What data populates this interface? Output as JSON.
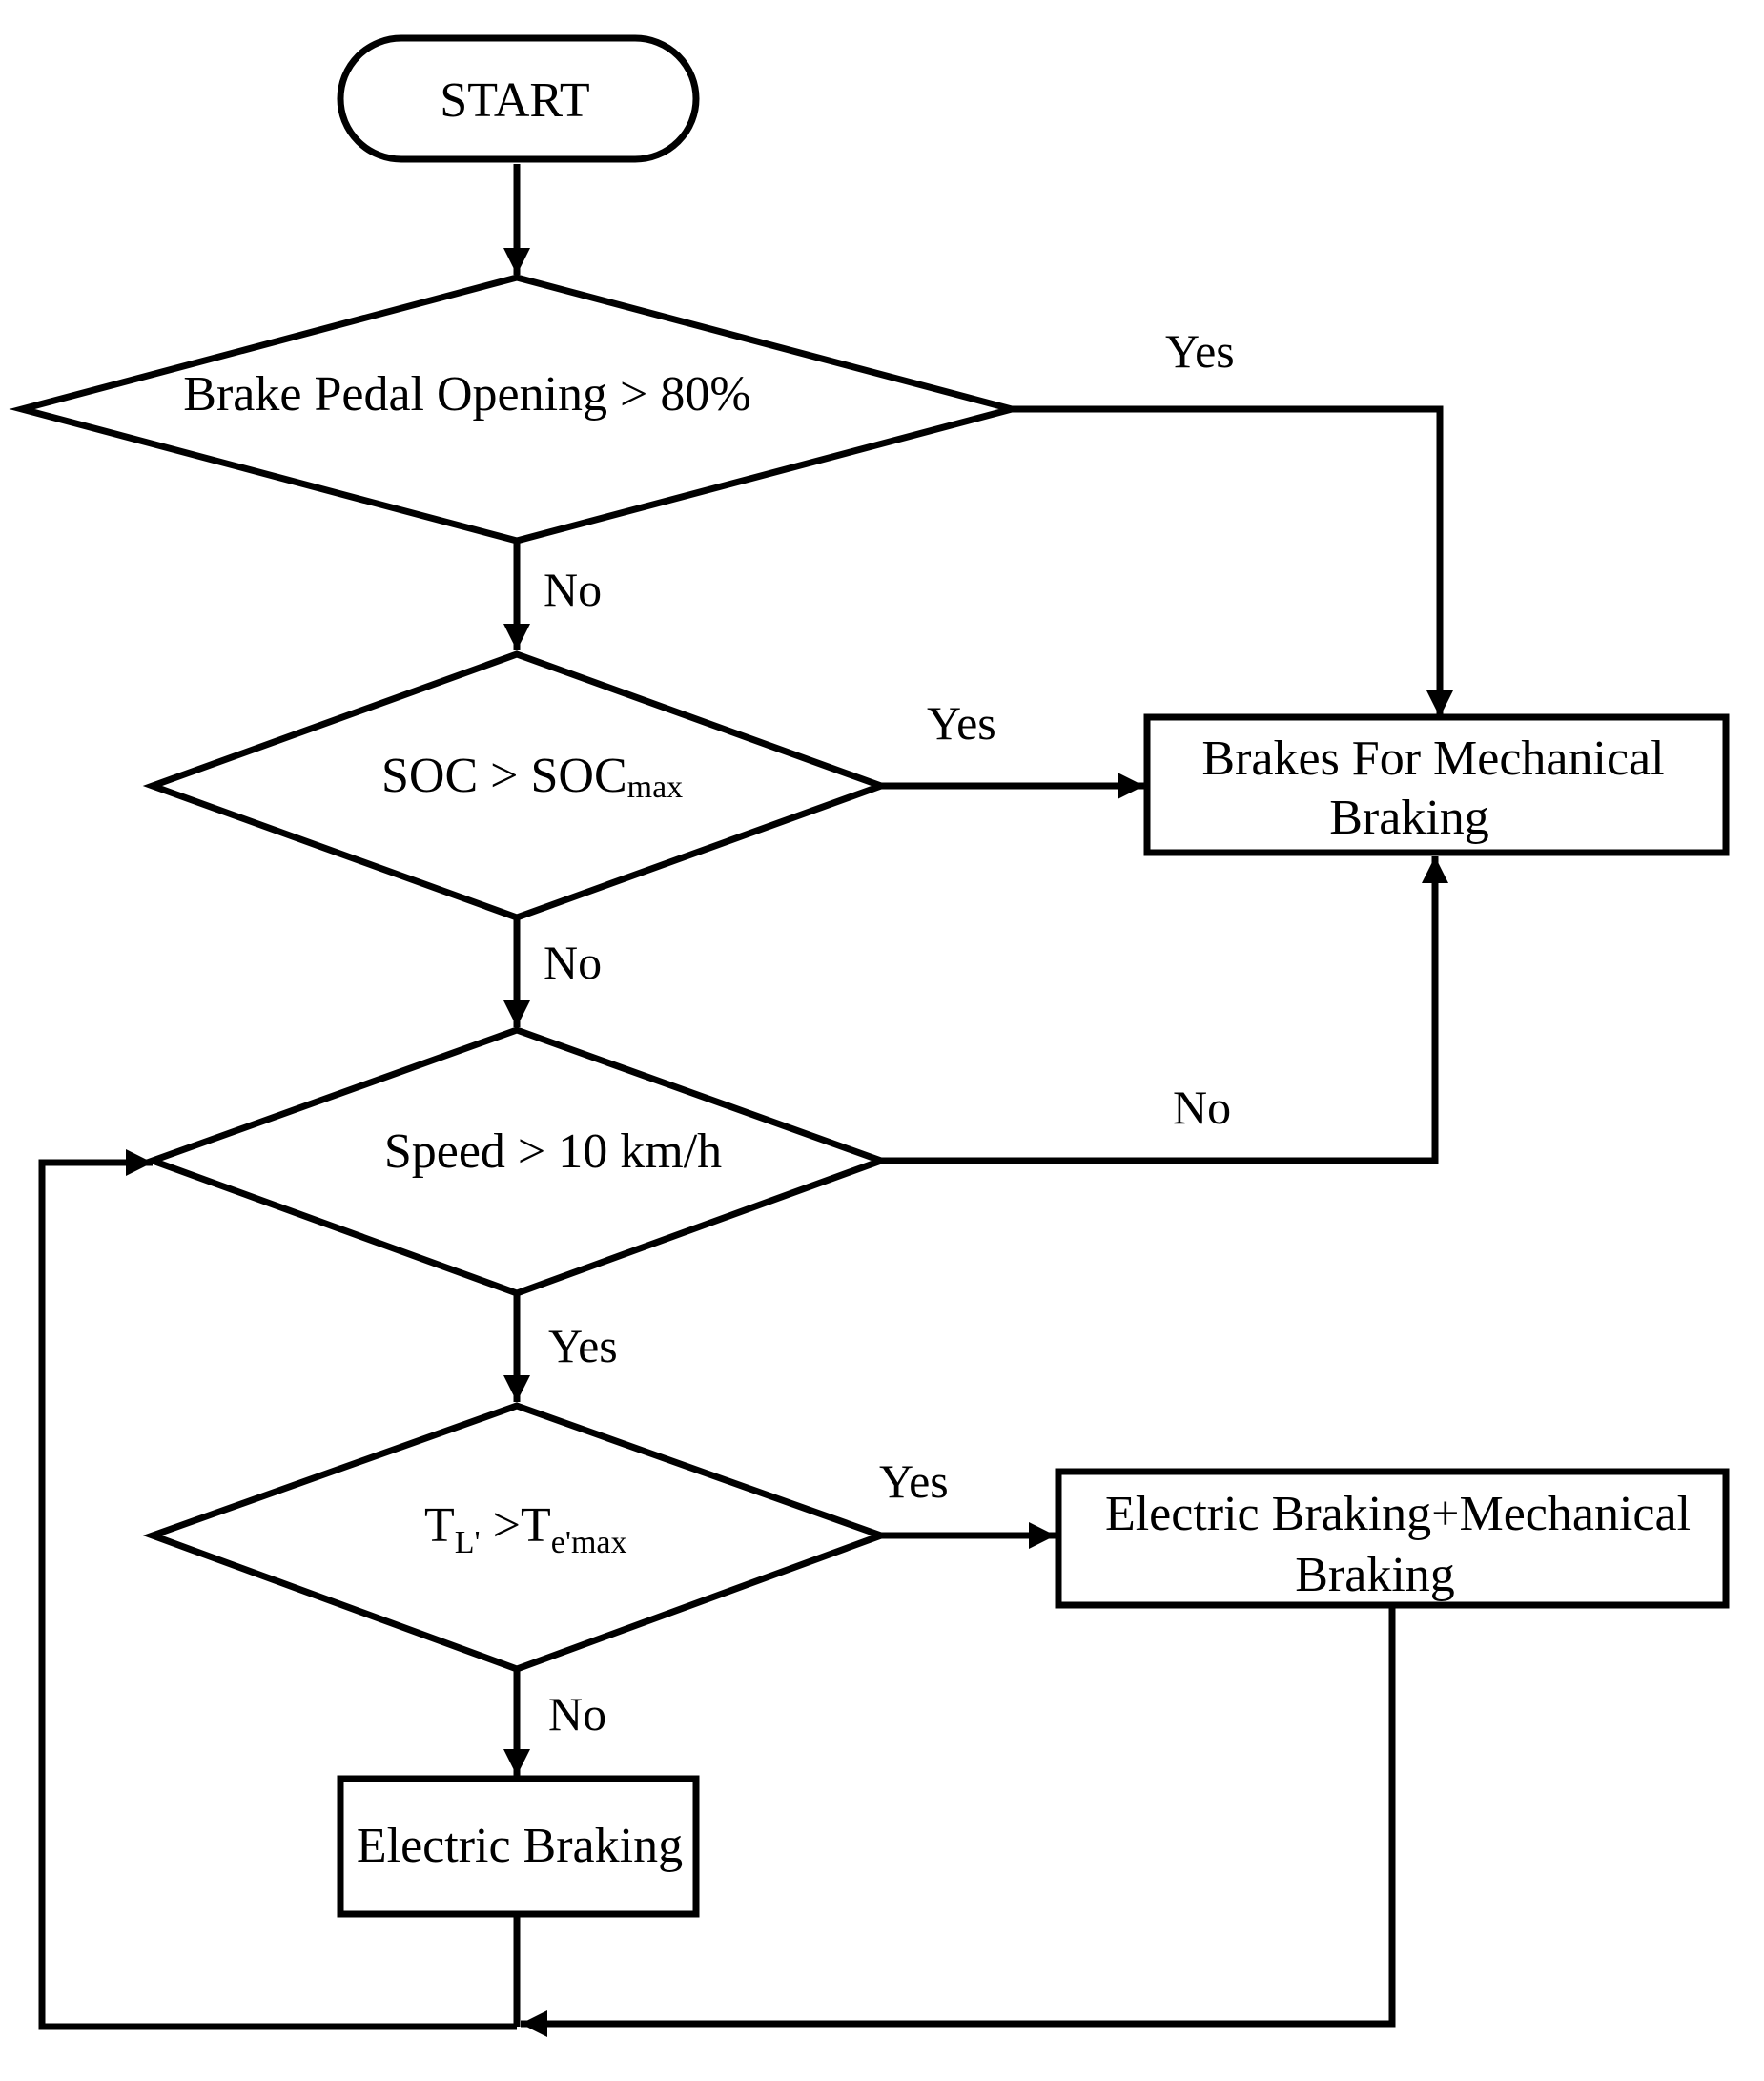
{
  "nodes": {
    "start": "START",
    "decision_brake": "Brake Pedal Opening > 80%",
    "decision_soc": {
      "main": "SOC > SOC",
      "sub": "max"
    },
    "decision_speed": "Speed > 10 km/h",
    "decision_torque": {
      "t1": "T",
      "sub1": "L'",
      "mid": " >T",
      "sub2": "e'max"
    },
    "mechanical_braking": {
      "line1": "Brakes For Mechanical",
      "line2": "Braking"
    },
    "combined_braking": {
      "line1": "Electric Braking+Mechanical",
      "line2": "Braking"
    },
    "electric_braking": "Electric Braking"
  },
  "edge_labels": {
    "brake_yes": "Yes",
    "brake_no": "No",
    "soc_yes": "Yes",
    "soc_no": "No",
    "speed_no": "No",
    "speed_yes": "Yes",
    "torque_yes": "Yes",
    "torque_no": "No"
  }
}
